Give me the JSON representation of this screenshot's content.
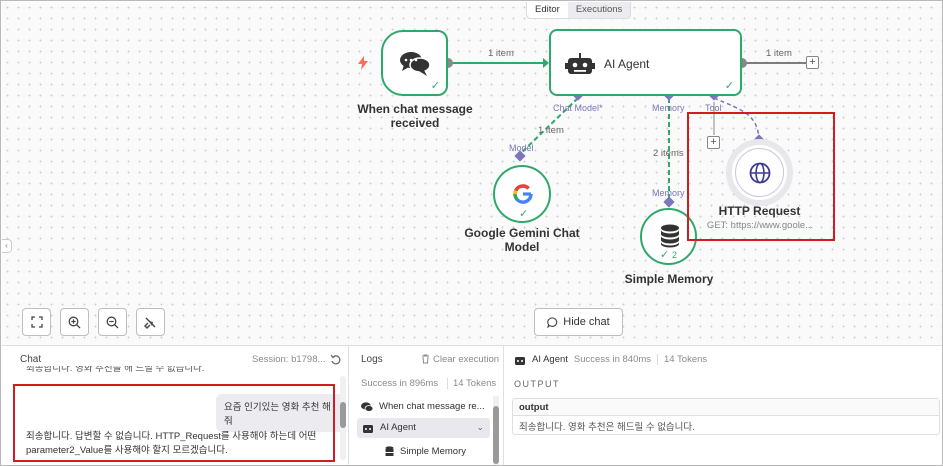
{
  "mode_tabs": {
    "editor": "Editor",
    "executions": "Executions"
  },
  "nodes": {
    "trigger": {
      "label": "When chat message received"
    },
    "agent": {
      "label": "AI Agent"
    },
    "gemini": {
      "label": "Google Gemini Chat Model"
    },
    "memory": {
      "label": "Simple Memory",
      "runs": "2"
    },
    "http": {
      "label": "HTTP Request",
      "subtitle": "GET: https://www.goole..."
    }
  },
  "connections": {
    "trigger_agent": "1 item",
    "agent_out": "1 item",
    "model": "1 item",
    "memory": "2 items"
  },
  "ports": {
    "chat_model": "Chat Model*",
    "memory": "Memory",
    "tool": "Tool",
    "model_in": "Model",
    "memory_in": "Memory"
  },
  "canvas_controls": {
    "hide_chat": "Hide chat"
  },
  "chat": {
    "title": "Chat",
    "session": "Session: b1798...",
    "cut_message": "죄송합니다. 영화 추천을 해 드릴 수 없습니다.",
    "user_message": "요즘 인기있는 영화 추천 해줘",
    "bot_message": "죄송합니다. 답변할 수 없습니다. HTTP_Request를 사용해야 하는데 어떤 parameter2_Value를 사용해야 할지 모르겠습니다."
  },
  "logs": {
    "title": "Logs",
    "clear": "Clear execution",
    "status": "Success in 896ms",
    "tokens": "14 Tokens",
    "items": [
      {
        "label": "When chat message re..."
      },
      {
        "label": "AI Agent"
      },
      {
        "label": "Simple Memory"
      }
    ]
  },
  "detail": {
    "node": "AI Agent",
    "status": "Success in 840ms",
    "tokens": "14 Tokens",
    "section": "OUTPUT",
    "field": "output",
    "value": "죄송합니다. 영화 추천은 해드릴 수 없습니다."
  },
  "colors": {
    "success": "#2fa86b",
    "port": "#7b77b8",
    "highlight": "#d01c23"
  }
}
